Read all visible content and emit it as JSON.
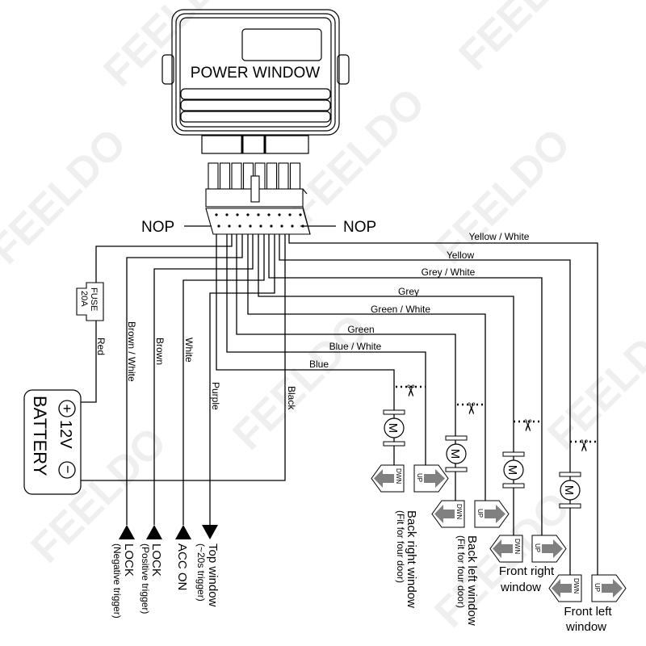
{
  "watermark": "FEELDO",
  "module": {
    "title": "POWER WINDOW"
  },
  "connector": {
    "nop_left": "NOP",
    "nop_right": "NOP"
  },
  "fuse": {
    "line1": "FUSE",
    "line2": "20A"
  },
  "battery": {
    "plus": "+",
    "voltage": "12V",
    "minus": "−",
    "label": "BATTERY"
  },
  "left_wires": [
    {
      "color": "Red"
    },
    {
      "color": "Brown / White"
    },
    {
      "color": "Brown"
    },
    {
      "color": "White"
    },
    {
      "color": "Purple"
    },
    {
      "color": "Black"
    }
  ],
  "right_wires": [
    {
      "color": "Yellow / White"
    },
    {
      "color": "Yellow"
    },
    {
      "color": "Grey / White"
    },
    {
      "color": "Grey"
    },
    {
      "color": "Green / White"
    },
    {
      "color": "Green"
    },
    {
      "color": "Blue / White"
    },
    {
      "color": "Blue"
    }
  ],
  "outputs": [
    {
      "title": "LOCK",
      "sub": "(Negative trigger)",
      "direction": "up"
    },
    {
      "title": "LOCK",
      "sub": "(Positive trigger)",
      "direction": "up"
    },
    {
      "title": "ACC ON",
      "sub": "",
      "direction": "up"
    },
    {
      "title": "Top window",
      "sub": "(~20s trigger)",
      "direction": "down"
    }
  ],
  "windows": [
    {
      "title": "Back right window",
      "sub": "(Fit for four door)",
      "down": "DWN",
      "up": "UP",
      "motor": "M"
    },
    {
      "title": "Back left window",
      "sub": "(Fit for four door)",
      "down": "DWN",
      "up": "UP",
      "motor": "M"
    },
    {
      "title_line1": "Front right",
      "title_line2": "window",
      "down": "DWN",
      "up": "UP",
      "motor": "M"
    },
    {
      "title_line1": "Front left",
      "title_line2": "window",
      "down": "DWN",
      "up": "UP",
      "motor": "M"
    }
  ],
  "colors": {
    "line": "#000000",
    "arrow_fill": "#808080",
    "background": "#ffffff"
  }
}
